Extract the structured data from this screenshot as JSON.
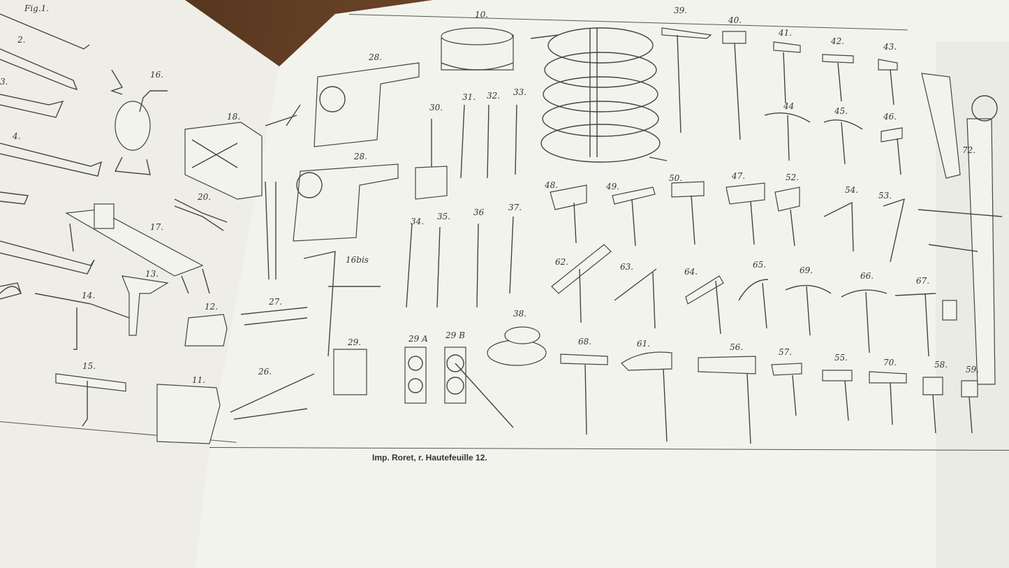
{
  "imprint": "Imp. Roret, r. Hautefeuille 12.",
  "labels": [
    {
      "text": "Fig.1."
    },
    {
      "text": "2."
    },
    {
      "text": "3."
    },
    {
      "text": "4."
    },
    {
      "text": "16."
    },
    {
      "text": "18."
    },
    {
      "text": "17."
    },
    {
      "text": "20."
    },
    {
      "text": "14."
    },
    {
      "text": "13."
    },
    {
      "text": "12."
    },
    {
      "text": "15."
    },
    {
      "text": "11."
    },
    {
      "text": "10."
    },
    {
      "text": "28."
    },
    {
      "text": "28."
    },
    {
      "text": "30."
    },
    {
      "text": "31."
    },
    {
      "text": "32."
    },
    {
      "text": "33."
    },
    {
      "text": "34."
    },
    {
      "text": "35."
    },
    {
      "text": "36"
    },
    {
      "text": "37."
    },
    {
      "text": "16bis"
    },
    {
      "text": "27."
    },
    {
      "text": "26."
    },
    {
      "text": "29."
    },
    {
      "text": "29 A"
    },
    {
      "text": "29 B"
    },
    {
      "text": "38."
    },
    {
      "text": "39."
    },
    {
      "text": "40."
    },
    {
      "text": "41."
    },
    {
      "text": "42."
    },
    {
      "text": "43."
    },
    {
      "text": "44"
    },
    {
      "text": "45."
    },
    {
      "text": "46."
    },
    {
      "text": "48."
    },
    {
      "text": "49."
    },
    {
      "text": "50."
    },
    {
      "text": "47."
    },
    {
      "text": "52."
    },
    {
      "text": "54."
    },
    {
      "text": "53."
    },
    {
      "text": "62."
    },
    {
      "text": "63."
    },
    {
      "text": "64."
    },
    {
      "text": "65."
    },
    {
      "text": "69."
    },
    {
      "text": "66."
    },
    {
      "text": "67."
    },
    {
      "text": "68."
    },
    {
      "text": "61."
    },
    {
      "text": "56."
    },
    {
      "text": "57."
    },
    {
      "text": "55."
    },
    {
      "text": "70."
    },
    {
      "text": "58."
    },
    {
      "text": "59."
    },
    {
      "text": "72."
    }
  ]
}
